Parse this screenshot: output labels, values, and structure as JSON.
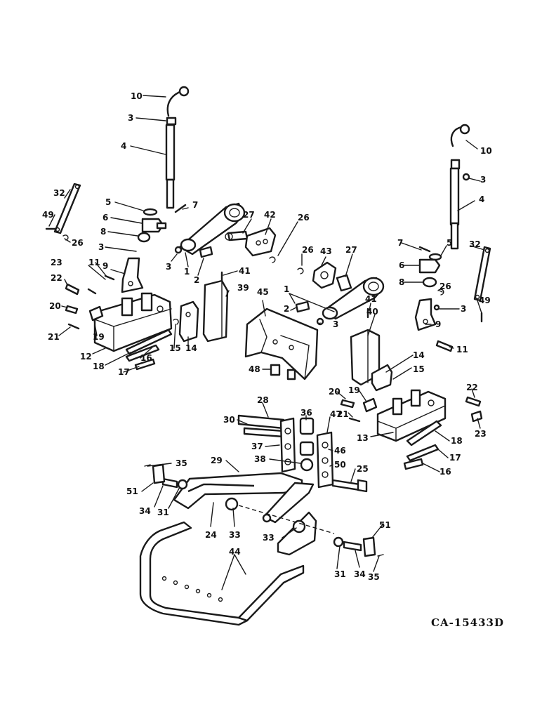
{
  "drawing_code": "CA-15433D",
  "callouts": [
    {
      "id": "c10a",
      "text": "10"
    },
    {
      "id": "c3a",
      "text": "3"
    },
    {
      "id": "c4a",
      "text": "4"
    },
    {
      "id": "c32a",
      "text": "32"
    },
    {
      "id": "c5a",
      "text": "5"
    },
    {
      "id": "c7a",
      "text": "7"
    },
    {
      "id": "c49a",
      "text": "49"
    },
    {
      "id": "c6a",
      "text": "6"
    },
    {
      "id": "c26a",
      "text": "26"
    },
    {
      "id": "c8a",
      "text": "8"
    },
    {
      "id": "c3b",
      "text": "3"
    },
    {
      "id": "c3c",
      "text": "3"
    },
    {
      "id": "c1a",
      "text": "1"
    },
    {
      "id": "c2a",
      "text": "2"
    },
    {
      "id": "c27a",
      "text": "27"
    },
    {
      "id": "c42",
      "text": "42"
    },
    {
      "id": "c26b",
      "text": "26"
    },
    {
      "id": "c23a",
      "text": "23"
    },
    {
      "id": "c11a",
      "text": "11"
    },
    {
      "id": "c9a",
      "text": "9"
    },
    {
      "id": "c22a",
      "text": "22"
    },
    {
      "id": "c41a",
      "text": "41"
    },
    {
      "id": "c39",
      "text": "39"
    },
    {
      "id": "c20a",
      "text": "20"
    },
    {
      "id": "c21a",
      "text": "21"
    },
    {
      "id": "c19a",
      "text": "19"
    },
    {
      "id": "c12",
      "text": "12"
    },
    {
      "id": "c15a",
      "text": "15"
    },
    {
      "id": "c14a",
      "text": "14"
    },
    {
      "id": "c18a",
      "text": "18"
    },
    {
      "id": "c17a",
      "text": "17"
    },
    {
      "id": "c16a",
      "text": "16"
    },
    {
      "id": "c10b",
      "text": "10"
    },
    {
      "id": "c3d",
      "text": "3"
    },
    {
      "id": "c4b",
      "text": "4"
    },
    {
      "id": "c26c",
      "text": "26"
    },
    {
      "id": "c43",
      "text": "43"
    },
    {
      "id": "c27b",
      "text": "27"
    },
    {
      "id": "c7b",
      "text": "7"
    },
    {
      "id": "c5b",
      "text": "5"
    },
    {
      "id": "c32b",
      "text": "32"
    },
    {
      "id": "c6b",
      "text": "6"
    },
    {
      "id": "c8b",
      "text": "8"
    },
    {
      "id": "c26d",
      "text": "26"
    },
    {
      "id": "c3e",
      "text": "3"
    },
    {
      "id": "c49b",
      "text": "49"
    },
    {
      "id": "c45",
      "text": "45"
    },
    {
      "id": "c1b",
      "text": "1"
    },
    {
      "id": "c2b",
      "text": "2"
    },
    {
      "id": "c3f",
      "text": "3"
    },
    {
      "id": "c41b",
      "text": "41"
    },
    {
      "id": "c40",
      "text": "40"
    },
    {
      "id": "c9b",
      "text": "9"
    },
    {
      "id": "c11b",
      "text": "11"
    },
    {
      "id": "c48",
      "text": "48"
    },
    {
      "id": "c14b",
      "text": "14"
    },
    {
      "id": "c15b",
      "text": "15"
    },
    {
      "id": "c20b",
      "text": "20"
    },
    {
      "id": "c19b",
      "text": "19"
    },
    {
      "id": "c22b",
      "text": "22"
    },
    {
      "id": "c21b",
      "text": "21"
    },
    {
      "id": "c23b",
      "text": "23"
    },
    {
      "id": "c28",
      "text": "28"
    },
    {
      "id": "c36",
      "text": "36"
    },
    {
      "id": "c47",
      "text": "47"
    },
    {
      "id": "c30",
      "text": "30"
    },
    {
      "id": "c13",
      "text": "13"
    },
    {
      "id": "c18b",
      "text": "18"
    },
    {
      "id": "c37",
      "text": "37"
    },
    {
      "id": "c46",
      "text": "46"
    },
    {
      "id": "c17b",
      "text": "17"
    },
    {
      "id": "c38",
      "text": "38"
    },
    {
      "id": "c29",
      "text": "29"
    },
    {
      "id": "c35a",
      "text": "35"
    },
    {
      "id": "c50",
      "text": "50"
    },
    {
      "id": "c25",
      "text": "25"
    },
    {
      "id": "c16b",
      "text": "16"
    },
    {
      "id": "c51a",
      "text": "51"
    },
    {
      "id": "c34a",
      "text": "34"
    },
    {
      "id": "c31a",
      "text": "31"
    },
    {
      "id": "c24",
      "text": "24"
    },
    {
      "id": "c33a",
      "text": "33"
    },
    {
      "id": "c33b",
      "text": "33"
    },
    {
      "id": "c51b",
      "text": "51"
    },
    {
      "id": "c44",
      "text": "44"
    },
    {
      "id": "c31b",
      "text": "31"
    },
    {
      "id": "c34b",
      "text": "34"
    },
    {
      "id": "c35b",
      "text": "35"
    }
  ]
}
